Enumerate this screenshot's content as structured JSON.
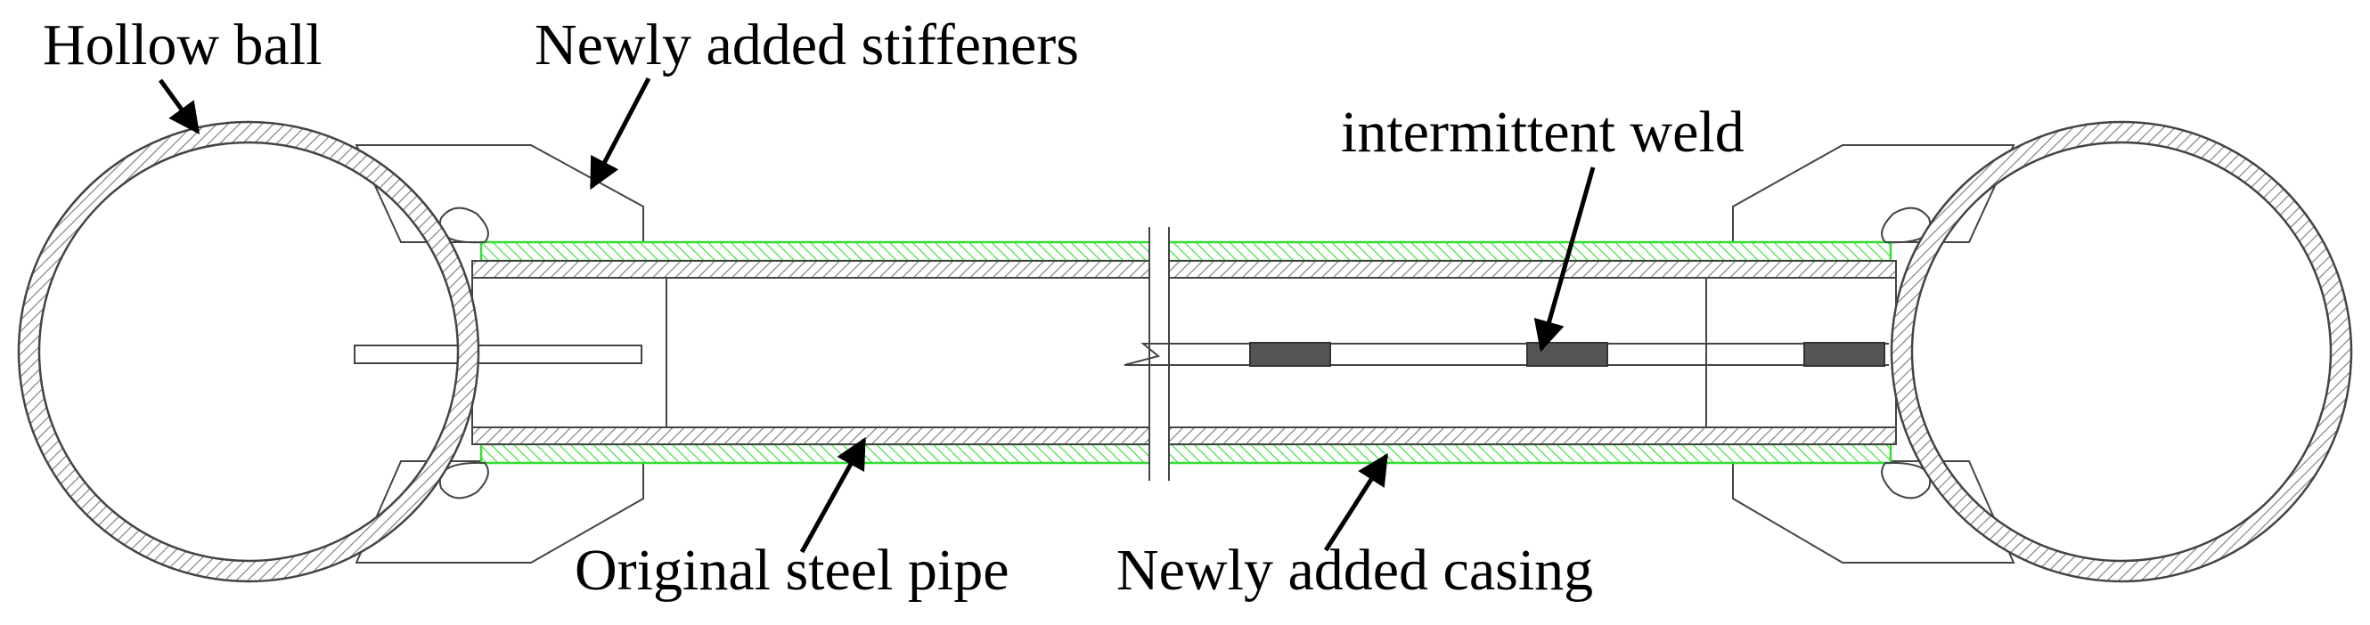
{
  "labels": {
    "hollow_ball": "Hollow ball",
    "newly_added_stiffeners": "Newly added stiffeners",
    "intermittent_weld": "intermittent weld",
    "original_steel_pipe": "Original steel pipe",
    "newly_added_casing": "Newly added casing"
  },
  "colors": {
    "casing_green": "#33dd33",
    "hatch_gray": "#7a7a7a",
    "weld_fill": "#555555",
    "line": "#444444"
  }
}
